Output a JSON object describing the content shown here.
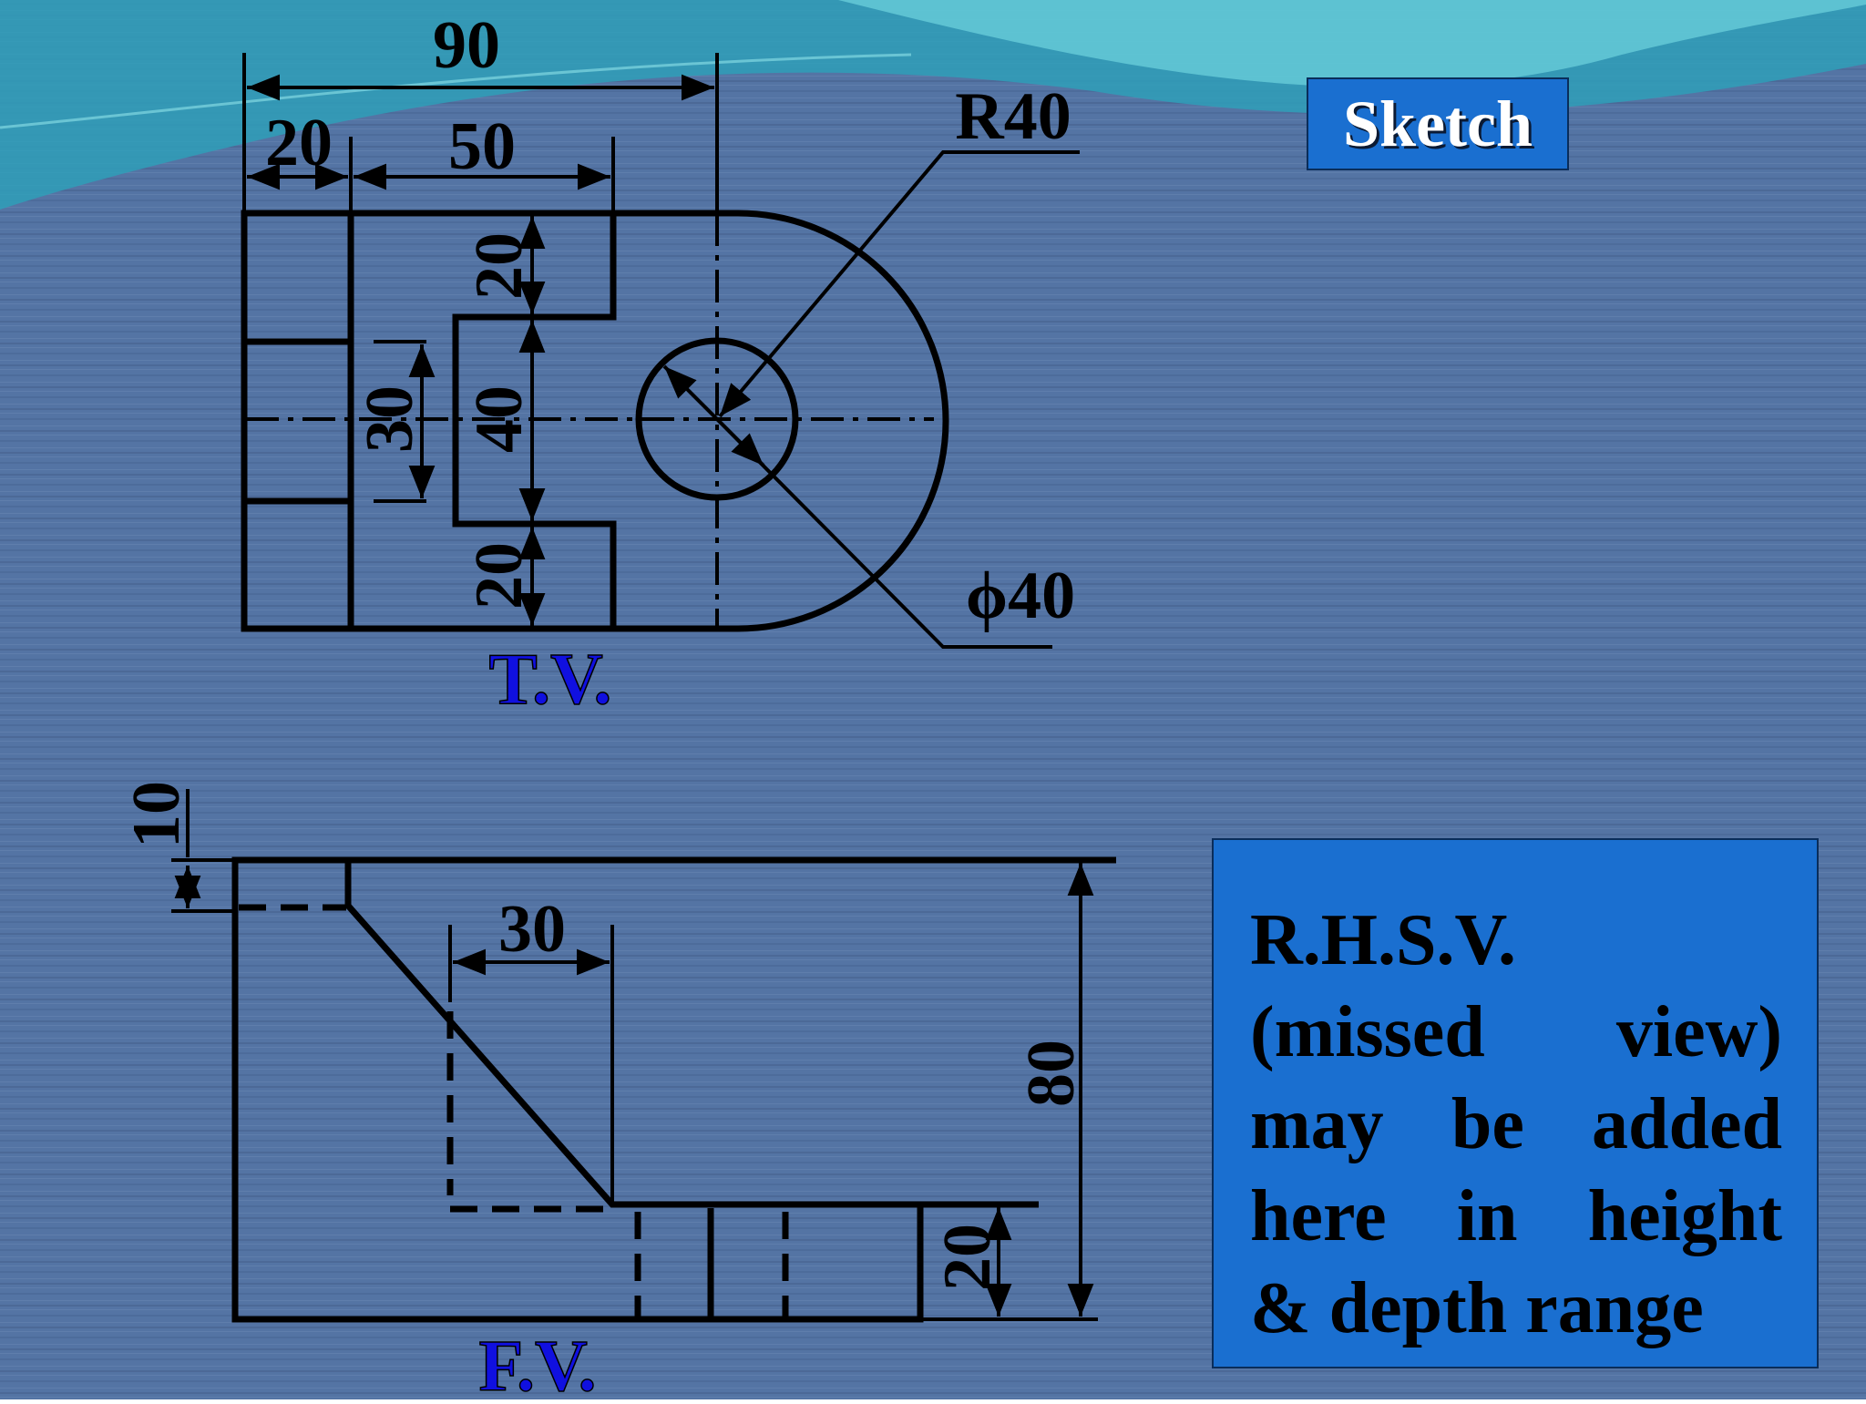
{
  "colors": {
    "background": "#5474a4",
    "water_light": "#3db8c8",
    "box_fill": "#1a6fd0",
    "view_label": "#1010e0",
    "line": "#000000"
  },
  "sketch_label": "Sketch",
  "top_view": {
    "label": "T.V.",
    "dimensions": {
      "overall_length": "90",
      "left_width": "20",
      "middle_width": "50",
      "radius": "R40",
      "hole_diameter": "ϕ40",
      "slot_top": "20",
      "slot_width": "40",
      "slot_bottom": "20",
      "step_width": "30"
    }
  },
  "front_view": {
    "label": "F.V.",
    "dimensions": {
      "top_thickness": "10",
      "web_width": "30",
      "overall_height": "80",
      "base_height": "20"
    }
  },
  "note": {
    "lines": [
      "R.H.S.V.",
      "(missed view)",
      "may be added",
      "here in height",
      "& depth range"
    ]
  }
}
